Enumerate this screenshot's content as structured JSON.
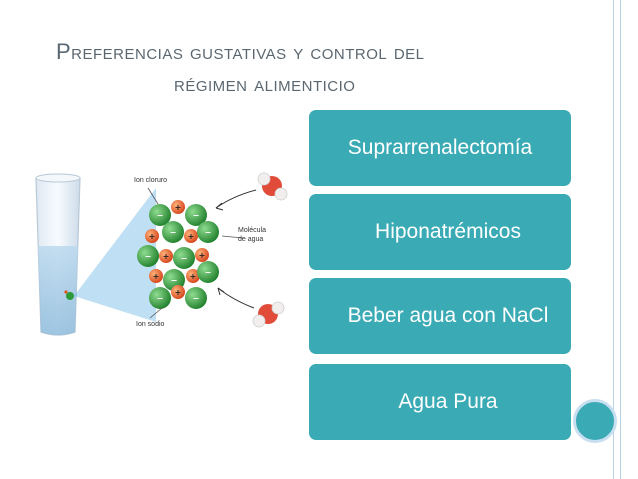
{
  "title": {
    "line1": "Preferencias gustativas y control del",
    "line2": "régimen alimenticio"
  },
  "boxes": [
    "Suprarrenalectomía",
    "Hiponatrémicos",
    "Beber agua con NaCl",
    "Agua Pura"
  ],
  "illustration": {
    "labels": {
      "chloride": "Ion cloruro",
      "sodium": "Ion sodio",
      "water_line1": "Molécula",
      "water_line2": "de agua"
    }
  },
  "colors": {
    "accent": "#3aaab5",
    "title": "#5b6770",
    "chloride": "#2e9a3a",
    "sodium": "#e0531f"
  }
}
